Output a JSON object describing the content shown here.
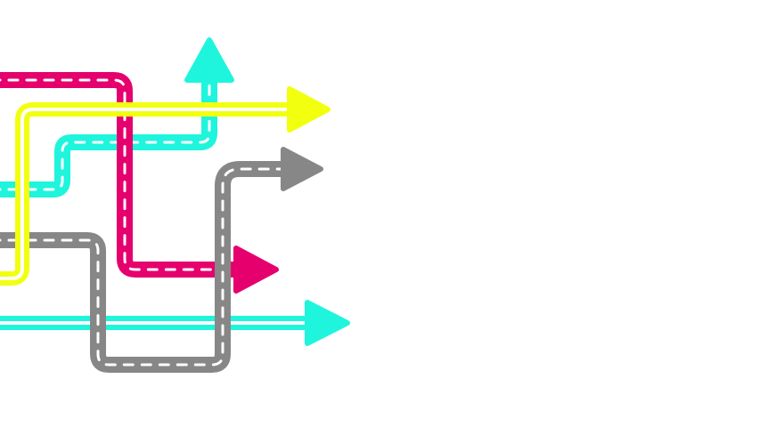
{
  "illustration": {
    "background": "#ffffff",
    "routes": [
      {
        "id": "cyan-upper",
        "style": "dashed-road",
        "color": "#1ff5dc",
        "direction": "up"
      },
      {
        "id": "magenta",
        "style": "dashed-road",
        "color": "#e5006e",
        "direction": "right"
      },
      {
        "id": "cyan-lower",
        "style": "double-line",
        "color": "#1ff5dc",
        "direction": "right"
      },
      {
        "id": "gray",
        "style": "dashed-road",
        "color": "#878787",
        "direction": "right"
      },
      {
        "id": "yellow",
        "style": "double-line",
        "color": "#f2ff0f",
        "direction": "right"
      }
    ]
  }
}
